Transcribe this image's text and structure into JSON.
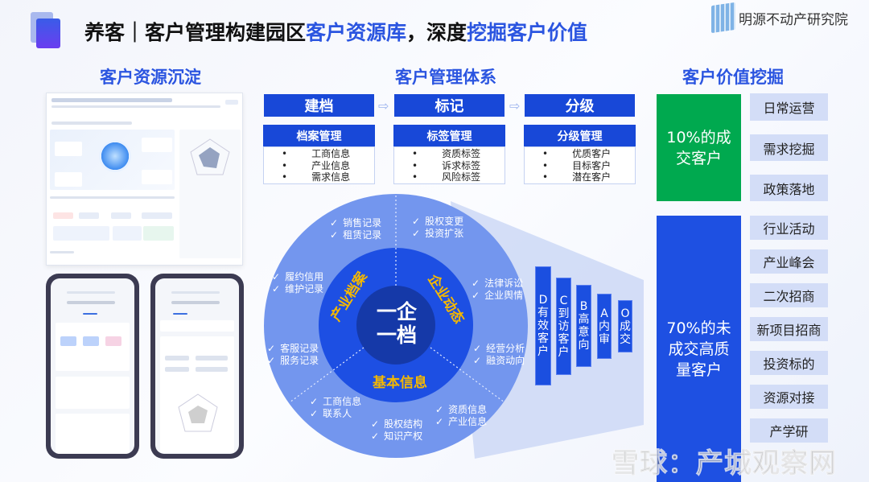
{
  "header": {
    "title_prefix": "养客｜客户管理构建园区",
    "title_hl1": "客户资源库",
    "title_mid": "，深度",
    "title_hl2": "挖掘客户价值",
    "logo_text": "明源不动产研究院"
  },
  "sections": {
    "left": "客户资源沉淀",
    "middle": "客户管理体系",
    "right": "客户价值挖掘"
  },
  "steps": [
    {
      "label": "建档",
      "sub_title": "档案管理",
      "items": [
        "工商信息",
        "产业信息",
        "需求信息"
      ]
    },
    {
      "label": "标记",
      "sub_title": "标签管理",
      "items": [
        "资质标签",
        "诉求标签",
        "风险标签"
      ]
    },
    {
      "label": "分级",
      "sub_title": "分级管理",
      "items": [
        "优质客户",
        "目标客户",
        "潜在客户"
      ]
    }
  ],
  "arrow_glyph": "⇨",
  "circle": {
    "center_line1": "一企",
    "center_line2": "一档",
    "segments": [
      "产业档案",
      "企业动态",
      "基本信息"
    ],
    "labels": [
      [
        "销售记录",
        "租赁记录"
      ],
      [
        "股权变更",
        "投资扩张"
      ],
      [
        "履约信用",
        "维护记录"
      ],
      [
        "法律诉讼",
        "企业舆情"
      ],
      [
        "客服记录",
        "服务记录"
      ],
      [
        "经营分析",
        "融资动向"
      ],
      [
        "工商信息",
        "联系人"
      ],
      [
        "股权结构",
        "知识产权"
      ],
      [
        "资质信息",
        "产业信息"
      ]
    ],
    "check": "✓"
  },
  "funnel": [
    "D有效客户",
    "C到访客户",
    "B高意向",
    "A内审",
    "O成交"
  ],
  "value": {
    "group1": {
      "label": "10%的成交客户",
      "color": "#00a94f",
      "items": [
        "日常运营",
        "需求挖掘",
        "政策落地"
      ]
    },
    "group2": {
      "label": "70%的未成交高质量客户",
      "color": "#1e50e2",
      "items": [
        "行业活动",
        "产业峰会",
        "二次招商",
        "新项目招商",
        "投资标的",
        "资源对接",
        "产学研"
      ]
    }
  },
  "watermark": "雪球：产城观察网"
}
